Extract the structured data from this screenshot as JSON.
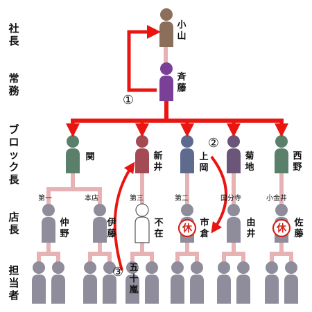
{
  "colors": {
    "connector": "#e6b2b4",
    "arrow": "#e81511",
    "staff": "#8f8c9b",
    "text": "#111111",
    "rest_badge": "#d2231a"
  },
  "ranks": [
    {
      "id": "president",
      "label": "社長"
    },
    {
      "id": "managing-director",
      "label": "常務"
    },
    {
      "id": "block-manager",
      "label": "ブロック長"
    },
    {
      "id": "store-manager",
      "label": "店長"
    },
    {
      "id": "staff",
      "label": "担当者"
    }
  ],
  "people": {
    "president": {
      "name": "小山",
      "color": "#8c6f5b"
    },
    "director": {
      "name": "斉藤",
      "color": "#7a3f96"
    },
    "blocks": [
      {
        "id": "seki",
        "name": "関",
        "color": "#5a7f6a"
      },
      {
        "id": "arai",
        "name": "新井",
        "color": "#a34a55"
      },
      {
        "id": "ueoka",
        "name": "上岡",
        "color": "#5e6b8f"
      },
      {
        "id": "kikuchi",
        "name": "菊地",
        "color": "#6b5578"
      },
      {
        "id": "nishino",
        "name": "西野",
        "color": "#5a7f6a"
      }
    ],
    "stores": [
      {
        "id": "nakano",
        "name": "仲野",
        "branch": "第一",
        "status": ""
      },
      {
        "id": "ito",
        "name": "伊藤",
        "branch": "本店",
        "status": ""
      },
      {
        "id": "vacant",
        "name": "不在",
        "branch": "第三",
        "status": "vacant"
      },
      {
        "id": "ichikura",
        "name": "市倉",
        "branch": "第二",
        "status": "休"
      },
      {
        "id": "yui",
        "name": "由井",
        "branch": "国分寺",
        "status": ""
      },
      {
        "id": "sato",
        "name": "佐藤",
        "branch": "小金井",
        "status": "休"
      }
    ],
    "featured_staff": {
      "name": "五十嵐"
    }
  },
  "annotations": [
    "①",
    "②",
    "③"
  ]
}
